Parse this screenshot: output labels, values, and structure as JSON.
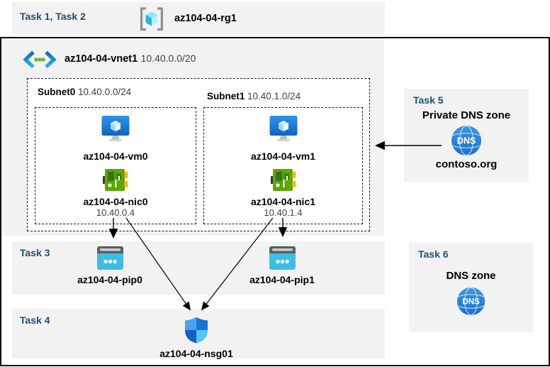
{
  "bands": {
    "task12": {
      "label": "Task 1, Task 2"
    },
    "task3": {
      "label": "Task 3"
    },
    "task4": {
      "label": "Task 4"
    },
    "task5": {
      "label": "Task 5"
    },
    "task6": {
      "label": "Task 6"
    }
  },
  "resource_group": {
    "name": "az104-04-rg1"
  },
  "vnet": {
    "name": "az104-04-vnet1",
    "address_space": "10.40.0.0/20"
  },
  "subnets": [
    {
      "name": "Subnet0",
      "prefix": "10.40.0.0/24",
      "vm": "az104-04-vm0",
      "nic": "az104-04-nic0",
      "ip": "10.40.0.4"
    },
    {
      "name": "Subnet1",
      "prefix": "10.40.1.0/24",
      "vm": "az104-04-vm1",
      "nic": "az104-04-nic1",
      "ip": "10.40.1.4"
    }
  ],
  "public_ips": [
    {
      "name": "az104-04-pip0"
    },
    {
      "name": "az104-04-pip1"
    }
  ],
  "nsg": {
    "name": "az104-04-nsg01"
  },
  "private_dns": {
    "title": "Private DNS zone",
    "zone": "contoso.org"
  },
  "dns_zone": {
    "title": "DNS zone"
  },
  "icons": {
    "dns_label": "DNS",
    "names": [
      "resource-group-icon",
      "virtual-network-icon",
      "vm-icon",
      "nic-icon",
      "public-ip-icon",
      "nsg-shield-icon",
      "dns-globe-icon"
    ]
  },
  "colors": {
    "band_bg": "#f2f2f2",
    "task_label": "#1f4e79",
    "border": "#000000",
    "vm_blue": "#1d7ed2",
    "nic_green": "#5aa802",
    "nic_yellow": "#fcbc19",
    "pip_cyan": "#3cbde4",
    "dns_blue": "#2a80d6",
    "shield_blues": [
      "#4aa3ee",
      "#1b74d8",
      "#1462c2",
      "#55c4f4"
    ],
    "arrow": "#000000"
  }
}
